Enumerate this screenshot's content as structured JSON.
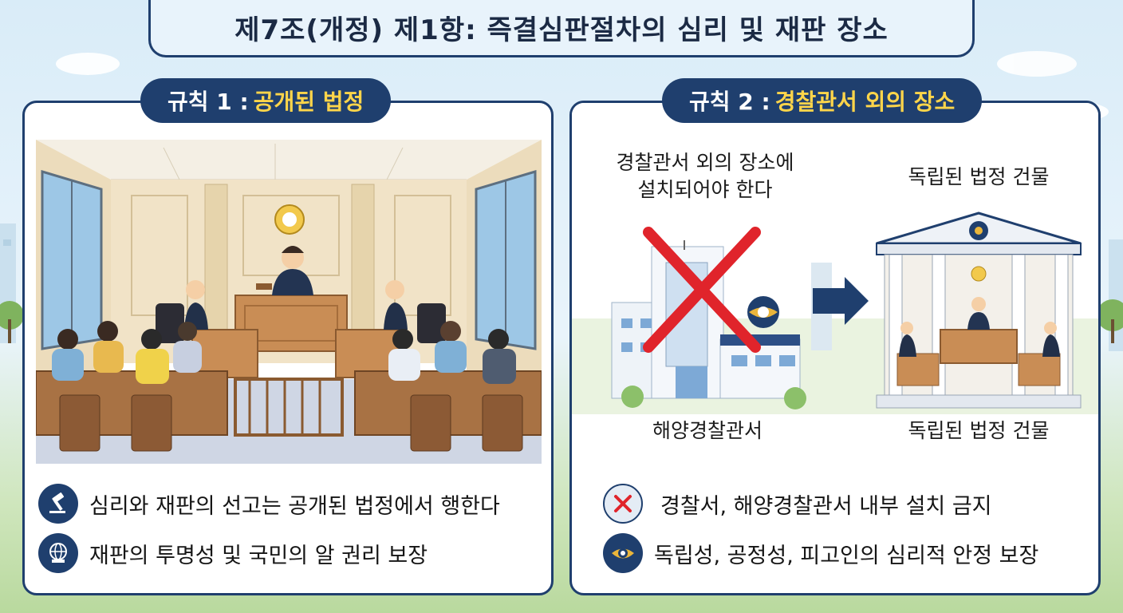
{
  "title": "제7조(개정) 제1항: 즉결심판절차의 심리 및 재판 장소",
  "rule1": {
    "prefix": "규칙 1 :",
    "highlight": "공개된 법정",
    "bullets": [
      {
        "icon": "gavel-icon",
        "text": "심리와 재판의 선고는 공개된 법정에서 행한다"
      },
      {
        "icon": "public-rights-icon",
        "text": "재판의 투명성 및 국민의 알 권리 보장"
      }
    ]
  },
  "rule2": {
    "prefix": "규칙 2 :",
    "highlight": "경찰관서 외의 장소",
    "caption_top_left_1": "경찰관서 외의 장소에",
    "caption_top_left_2": "설치되어야 한다",
    "caption_top_right": "독립된 법정 건물",
    "caption_bottom_left": "해양경찰관서",
    "caption_bottom_right": "독립된 법정 건물",
    "bullets": [
      {
        "icon": "prohibited-x-icon",
        "text": "경찰서, 해양경찰관서 내부 설치 금지"
      },
      {
        "icon": "police-emblem-icon",
        "text": "독립성, 공정성, 피고인의 심리적 안정 보장"
      }
    ]
  },
  "colors": {
    "navy": "#1f3f6e",
    "highlight": "#ffd54a",
    "prohibit": "#e0242b"
  }
}
